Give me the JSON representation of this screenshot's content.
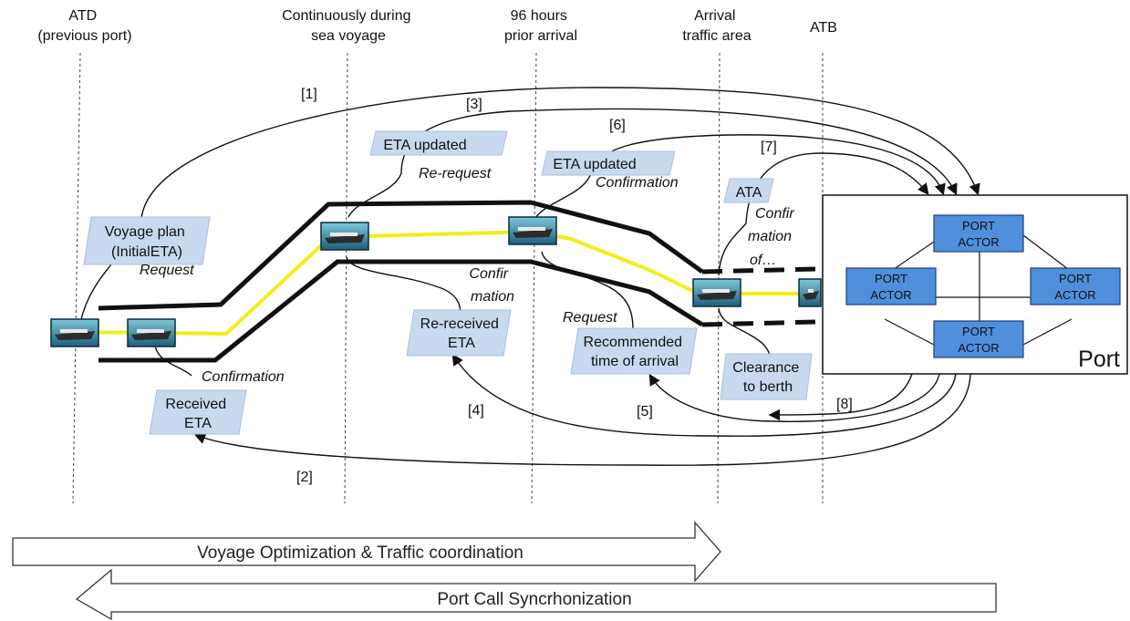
{
  "milestones": {
    "atd": [
      "ATD",
      "(previous port)"
    ],
    "sea": [
      "Continuously during",
      "sea voyage"
    ],
    "h96": [
      "96 hours",
      "prior arrival"
    ],
    "arrival": [
      "Arrival",
      "traffic area"
    ],
    "atb": [
      "ATB"
    ]
  },
  "flow_numbers": {
    "f1": "[1]",
    "f2": "[2]",
    "f3": "[3]",
    "f4": "[4]",
    "f5": "[5]",
    "f6": "[6]",
    "f7": "[7]",
    "f8": "[8]"
  },
  "cards": {
    "voyage_plan": [
      "Voyage plan",
      "(InitialETA)"
    ],
    "received_eta": [
      "Received",
      "ETA"
    ],
    "eta_updated_1": [
      "ETA updated"
    ],
    "re_received_eta": [
      "Re-received",
      "ETA"
    ],
    "eta_updated_2": [
      "ETA updated"
    ],
    "recommended": [
      "Recommended",
      "time of arrival"
    ],
    "ata": [
      "ATA"
    ],
    "clearance": [
      "Clearance",
      "to berth"
    ]
  },
  "italic_labels": {
    "request_1": "Request",
    "confirmation_1": "Confirmation",
    "re_request": "Re-request",
    "confir_mation_1": [
      "Confir",
      "mation"
    ],
    "confirmation_2": "Confirmation",
    "request_2": "Request",
    "confir_mation_of": [
      "Confir",
      "mation",
      "of…"
    ]
  },
  "port": {
    "label": "Port",
    "actor_label": [
      "PORT",
      "ACTOR"
    ]
  },
  "bottom_arrows": {
    "forward": "Voyage Optimization & Traffic coordination",
    "backward": "Port Call Syncrhonization"
  },
  "colors": {
    "card_fill": "#c8d9ef",
    "actor_fill": "#4f8fdc",
    "route": "#f2ee1a",
    "lane": "#111111"
  }
}
